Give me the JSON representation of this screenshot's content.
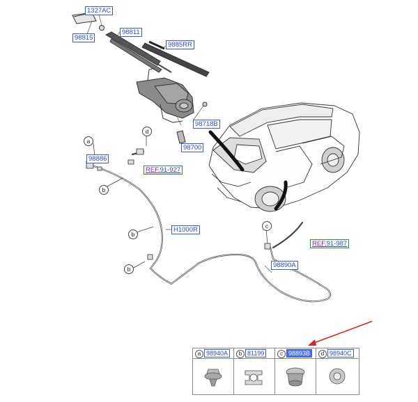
{
  "parts": {
    "p1327ac": "1327AC",
    "p98815": "98815",
    "p98811": "98811",
    "p9885rr": "9885RR",
    "p98718b": "98718B",
    "p98700": "98700",
    "p98886": "98886",
    "ph1000r": "H1000R",
    "p98890a": "98890A"
  },
  "refs": [
    {
      "prefix": "REF.",
      "number": "91-927"
    },
    {
      "prefix": "REF.",
      "number": "91-987"
    }
  ],
  "callouts": [
    "a",
    "b",
    "b",
    "b",
    "c",
    "d"
  ],
  "legend": [
    {
      "letter": "a",
      "part": "98940A",
      "selected": false
    },
    {
      "letter": "b",
      "part": "81199",
      "selected": false
    },
    {
      "letter": "c",
      "part": "98893B",
      "selected": true
    },
    {
      "letter": "d",
      "part": "98940C",
      "selected": false
    }
  ],
  "colors": {
    "part_label": "#2c4ae0",
    "selected_fill": "#4a6ef0",
    "ref_prefix": "#8a1ad1",
    "ref_border": "#2f8f2f",
    "pointer_arrow": "#e02020"
  }
}
